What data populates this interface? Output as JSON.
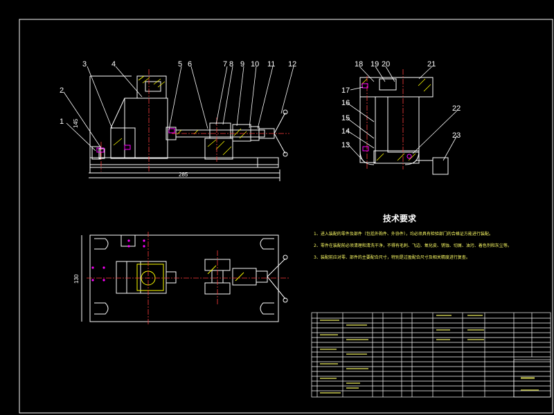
{
  "colors": {
    "background": "#000000",
    "frame": "#ffffff",
    "part": "#ffffff",
    "hatch": "#ffff00",
    "center_line": "#ff3b3b",
    "hole": "#ff00ff",
    "text": "#ffffff",
    "note_text": "#ffff66"
  },
  "callouts_front": [
    "1",
    "2",
    "3",
    "4",
    "5",
    "6",
    "7",
    "8",
    "9",
    "10",
    "11",
    "12"
  ],
  "callouts_side": [
    "13",
    "14",
    "15",
    "16",
    "17",
    "18",
    "19",
    "20",
    "21",
    "22",
    "23"
  ],
  "dims": {
    "front_height": "145",
    "front_length": "285",
    "top_width": "130"
  },
  "notes": {
    "title": "技术要求",
    "items": [
      "1、进入装配的零件及部件（包括外购件、外协件），均必须具有检验部门的合格证方能进行装配。",
      "2、零件在装配前必须清理和清洗干净，不得有毛刺、飞边、氧化皮、锈蚀、切屑、油污、着色剂和灰尘等。",
      "3、装配前应对零、部件的主要配合尺寸，特别是过盈配合尺寸及相关精度进行复查。"
    ]
  }
}
